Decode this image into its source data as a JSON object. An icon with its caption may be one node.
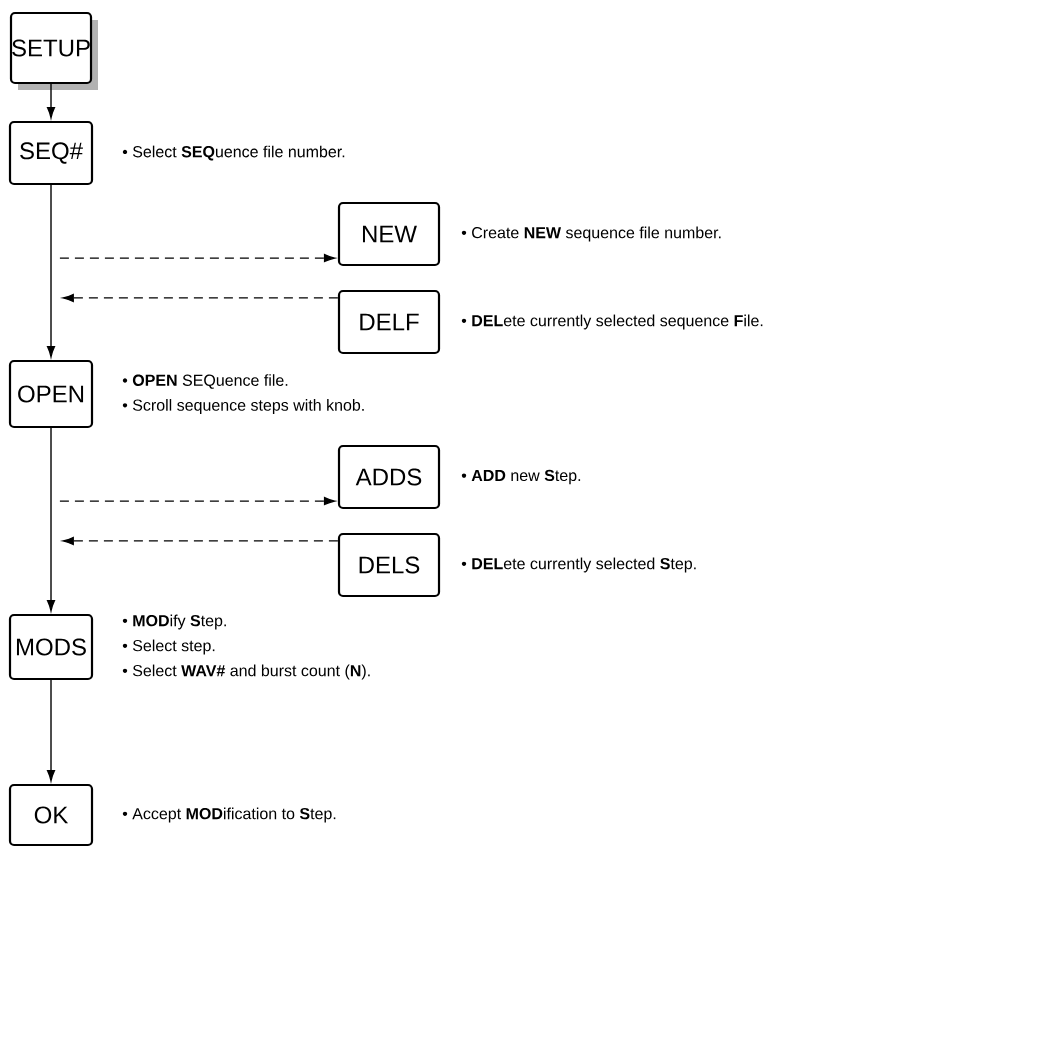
{
  "diagram": {
    "nodes": [
      {
        "text": [
          "SETUP"
        ]
      },
      {
        "text": [
          "SEQ#"
        ],
        "beside": [
          "• Select **SEQ**uence file number."
        ]
      },
      {
        "text": [
          "NEW"
        ],
        "beside": [
          "• Create **NEW** sequence file number."
        ]
      },
      {
        "text": [
          "DELF"
        ],
        "beside": [
          "• **DEL**ete currently selected sequence **F**ile."
        ]
      },
      {
        "text": [
          "OPEN"
        ],
        "beside": [
          "• **OPEN** SEQuence file.",
          "• Scroll sequence steps with knob."
        ]
      },
      {
        "text": [
          "ADDS"
        ],
        "beside": [
          "• **ADD** new **S**tep."
        ]
      },
      {
        "text": [
          "DELS"
        ],
        "beside": [
          "• **DEL**ete currently selected **S**tep."
        ]
      },
      {
        "text": [
          "MODS"
        ],
        "beside": [
          "• **MOD**ify **S**tep.",
          "• Select step.",
          "• Select **WAV#** and burst count (**N**)."
        ]
      },
      {
        "text": [
          "OK"
        ],
        "beside": [
          "• Accept **MOD**ification to **S**tep."
        ]
      }
    ],
    "edges": [
      {
        "from": 0,
        "to": 1,
        "arrow": "to"
      },
      {
        "from": 1,
        "to": 4,
        "arrow": "to"
      },
      {
        "from": null,
        "to": 2,
        "arrow": "to",
        "style": "dashed"
      },
      {
        "from": 3,
        "to": null,
        "arrow": "to",
        "style": "dashed"
      },
      {
        "from": 4,
        "to": 7,
        "arrow": "to"
      },
      {
        "from": null,
        "to": 5,
        "arrow": "to",
        "style": "dashed"
      },
      {
        "from": 6,
        "to": null,
        "arrow": "to",
        "style": "dashed"
      },
      {
        "from": 7,
        "to": 8,
        "arrow": "to"
      }
    ]
  }
}
